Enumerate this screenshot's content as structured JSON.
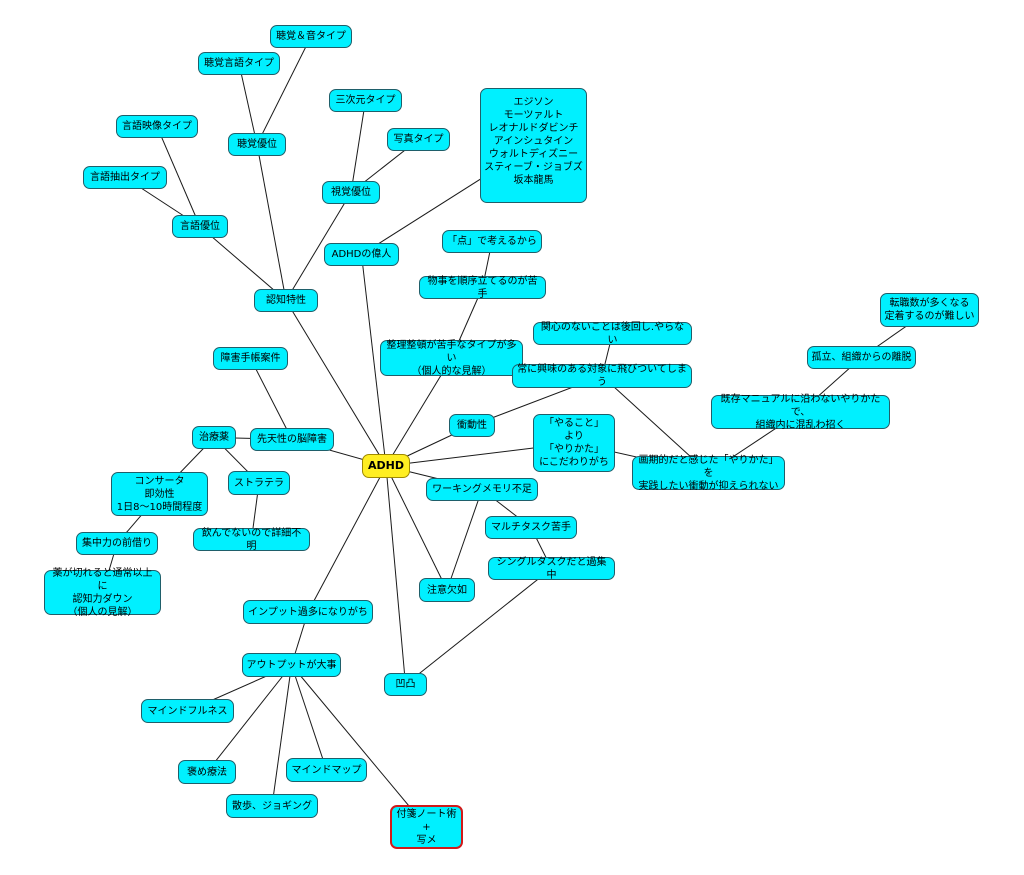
{
  "diagram": {
    "type": "mind-map",
    "colors": {
      "node_fill": "#00f0ff",
      "root_fill": "#ffee22",
      "highlight_border": "#d11a1a",
      "edge": "#1a1a1a"
    },
    "nodes": [
      {
        "id": "adhd",
        "label": "ADHD"
      },
      {
        "id": "cognition",
        "label": "認知特性"
      },
      {
        "id": "verbal",
        "label": "言語優位"
      },
      {
        "id": "verbal-extract",
        "label": "言語抽出タイプ"
      },
      {
        "id": "verbal-image",
        "label": "言語映像タイプ"
      },
      {
        "id": "auditory",
        "label": "聴覚優位"
      },
      {
        "id": "auditory-verbal",
        "label": "聴覚言語タイプ"
      },
      {
        "id": "auditory-sound",
        "label": "聴覚＆音タイプ"
      },
      {
        "id": "visual",
        "label": "視覚優位"
      },
      {
        "id": "visual-3d",
        "label": "三次元タイプ"
      },
      {
        "id": "visual-photo",
        "label": "写真タイプ"
      },
      {
        "id": "greats",
        "label": "ADHDの偉人"
      },
      {
        "id": "greats-list",
        "label": "エジソン\nモーツァルト\nレオナルドダビンチ\nアインシュタイン\nウォルトディズニー\nスティーブ・ジョブズ\n坂本龍馬"
      },
      {
        "id": "organize",
        "label": "整理整頓が苦手なタイプが多い\n（個人的な見解）"
      },
      {
        "id": "ordering",
        "label": "物事を順序立てるのが苦手"
      },
      {
        "id": "dots",
        "label": "「点」で考えるから"
      },
      {
        "id": "impulsive",
        "label": "衝動性"
      },
      {
        "id": "interest",
        "label": "常に興味のある対象に飛びついてしまう"
      },
      {
        "id": "postpone",
        "label": "関心のないことは後回し.やらない"
      },
      {
        "id": "how",
        "label": "「やること」\nより\n「やりかた」\nにこだわりがち"
      },
      {
        "id": "epoch",
        "label": "画期的だと感じた「やりかた」を\n実践したい衝動が抑えられない"
      },
      {
        "id": "manual",
        "label": "既存マニュアルに沿わないやりかたで、\n組織内に混乱わ招く"
      },
      {
        "id": "isolation",
        "label": "孤立、組織からの離脱"
      },
      {
        "id": "jobhop",
        "label": "転職数が多くなる\n定着するのが難しい"
      },
      {
        "id": "working-memory",
        "label": "ワーキングメモリ不足"
      },
      {
        "id": "multitask",
        "label": "マルチタスク苦手"
      },
      {
        "id": "singletask",
        "label": "シングルタスクだと過集中"
      },
      {
        "id": "inattention",
        "label": "注意欠如"
      },
      {
        "id": "bumpy",
        "label": "凹凸"
      },
      {
        "id": "input-excess",
        "label": "インプット過多になりがち"
      },
      {
        "id": "output",
        "label": "アウトプットが大事"
      },
      {
        "id": "mindfulness",
        "label": "マインドフルネス"
      },
      {
        "id": "praise",
        "label": "褒め療法"
      },
      {
        "id": "walk",
        "label": "散歩、ジョギング"
      },
      {
        "id": "mindmap",
        "label": "マインドマップ"
      },
      {
        "id": "sticky",
        "label": "付箋ノート術\n+\n写メ"
      },
      {
        "id": "congenital",
        "label": "先天性の脳障害"
      },
      {
        "id": "disability-card",
        "label": "障害手帳案件"
      },
      {
        "id": "medication",
        "label": "治療薬"
      },
      {
        "id": "concerta",
        "label": "コンサータ\n即効性\n1日8〜10時間程度"
      },
      {
        "id": "strattera",
        "label": "ストラテラ"
      },
      {
        "id": "unknown",
        "label": "飲んでないので詳細不明"
      },
      {
        "id": "borrow",
        "label": "集中力の前借り"
      },
      {
        "id": "wearoff",
        "label": "薬が切れると通常以上に\n認知力ダウン\n（個人の見解）"
      }
    ],
    "edges": [
      [
        "adhd",
        "cognition"
      ],
      [
        "cognition",
        "verbal"
      ],
      [
        "verbal",
        "verbal-extract"
      ],
      [
        "verbal",
        "verbal-image"
      ],
      [
        "cognition",
        "auditory"
      ],
      [
        "auditory",
        "auditory-verbal"
      ],
      [
        "auditory",
        "auditory-sound"
      ],
      [
        "cognition",
        "visual"
      ],
      [
        "visual",
        "visual-3d"
      ],
      [
        "visual",
        "visual-photo"
      ],
      [
        "adhd",
        "greats"
      ],
      [
        "greats",
        "greats-list"
      ],
      [
        "adhd",
        "organize"
      ],
      [
        "organize",
        "ordering"
      ],
      [
        "ordering",
        "dots"
      ],
      [
        "adhd",
        "impulsive"
      ],
      [
        "impulsive",
        "interest"
      ],
      [
        "interest",
        "postpone"
      ],
      [
        "interest",
        "epoch"
      ],
      [
        "adhd",
        "how"
      ],
      [
        "how",
        "epoch"
      ],
      [
        "epoch",
        "manual"
      ],
      [
        "manual",
        "isolation"
      ],
      [
        "isolation",
        "jobhop"
      ],
      [
        "adhd",
        "working-memory"
      ],
      [
        "working-memory",
        "multitask"
      ],
      [
        "working-memory",
        "inattention"
      ],
      [
        "multitask",
        "singletask"
      ],
      [
        "adhd",
        "inattention"
      ],
      [
        "adhd",
        "bumpy"
      ],
      [
        "singletask",
        "bumpy"
      ],
      [
        "adhd",
        "input-excess"
      ],
      [
        "input-excess",
        "output"
      ],
      [
        "output",
        "mindfulness"
      ],
      [
        "output",
        "praise"
      ],
      [
        "output",
        "walk"
      ],
      [
        "output",
        "mindmap"
      ],
      [
        "output",
        "sticky"
      ],
      [
        "adhd",
        "congenital"
      ],
      [
        "congenital",
        "disability-card"
      ],
      [
        "congenital",
        "medication"
      ],
      [
        "medication",
        "concerta"
      ],
      [
        "medication",
        "strattera"
      ],
      [
        "strattera",
        "unknown"
      ],
      [
        "concerta",
        "borrow"
      ],
      [
        "borrow",
        "wearoff"
      ]
    ]
  }
}
